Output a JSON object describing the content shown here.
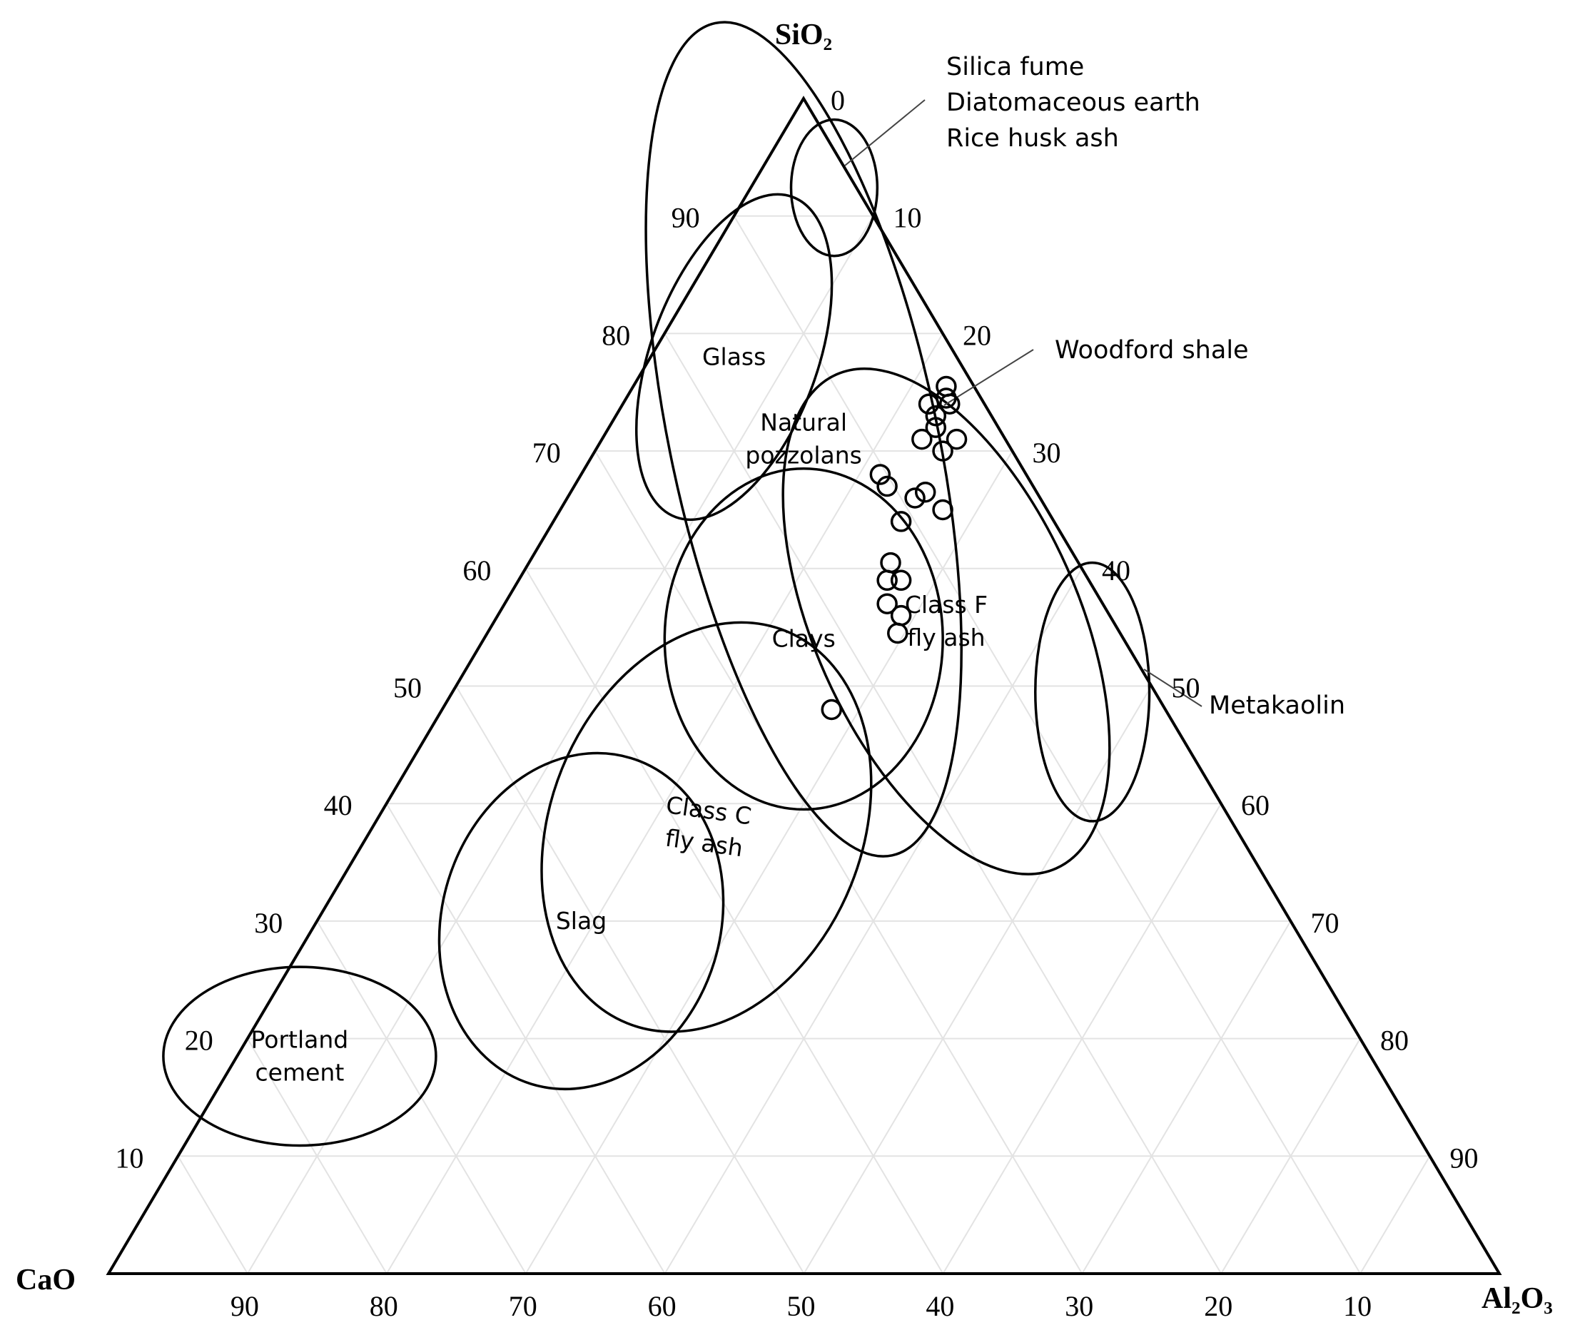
{
  "chart_data": {
    "type": "ternary",
    "vertices": {
      "top": "SiO₂",
      "left": "CaO",
      "right": "Al₂O₃"
    },
    "ticks": {
      "left_edge": [
        "10",
        "20",
        "30",
        "40",
        "50",
        "60",
        "70",
        "80",
        "90"
      ],
      "right_edge": [
        "0",
        "10",
        "20",
        "30",
        "40",
        "50",
        "60",
        "70",
        "80",
        "90"
      ],
      "bottom_edge": [
        "90",
        "80",
        "70",
        "60",
        "50",
        "40",
        "30",
        "20",
        "10"
      ]
    },
    "grid": true,
    "regions": [
      {
        "name": "silica-fume",
        "label": "",
        "center": {
          "sio2": 92.4,
          "al2o3": 6.0
        },
        "rx": 3.1,
        "ry": 5.8,
        "rotation": 0
      },
      {
        "name": "glass",
        "label": "Glass",
        "center": {
          "sio2": 78.0,
          "al2o3": 6.0
        },
        "rx": 6.0,
        "ry": 14.5,
        "rotation": 20
      },
      {
        "name": "natural-pozzolans",
        "label": "Natural\npozzolans",
        "center": {
          "sio2": 71.0,
          "al2o3": 14.5
        },
        "rx": 9.6,
        "ry": 36.2,
        "rotation": -12
      },
      {
        "name": "clays",
        "label": "Clays",
        "center": {
          "sio2": 54.0,
          "al2o3": 23.0
        },
        "rx": 10.0,
        "ry": 14.5,
        "rotation": 0
      },
      {
        "name": "class-f-fly-ash",
        "label": "Class F\nfly ash",
        "center": {
          "sio2": 55.5,
          "al2o3": 32.5
        },
        "rx": 9.5,
        "ry": 23.0,
        "rotation": -24
      },
      {
        "name": "metakaolin",
        "label": "",
        "center": {
          "sio2": 49.5,
          "al2o3": 46.0
        },
        "rx": 4.1,
        "ry": 11.0,
        "rotation": 0
      },
      {
        "name": "class-c-fly-ash",
        "label": "Class C\nfly ash",
        "center": {
          "sio2": 38.0,
          "al2o3": 24.0
        },
        "rx": 11.2,
        "ry": 18.0,
        "rotation": 22
      },
      {
        "name": "slag",
        "label": "Slag",
        "center": {
          "sio2": 30.0,
          "al2o3": 19.0
        },
        "rx": 10.0,
        "ry": 14.5,
        "rotation": 17
      },
      {
        "name": "portland-cement",
        "label": "Portland\ncement",
        "center": {
          "sio2": 18.5,
          "al2o3": 4.5
        },
        "rx": 9.8,
        "ry": 7.6,
        "rotation": 0
      }
    ],
    "annotations": [
      {
        "name": "silica-fume-annotation",
        "lines": [
          "Silica fume",
          "Diatomaceous earth",
          "Rice husk ash"
        ]
      },
      {
        "name": "woodford-shale-annotation",
        "lines": [
          "Woodford shale"
        ]
      },
      {
        "name": "metakaolin-annotation",
        "lines": [
          "Metakaolin"
        ]
      }
    ],
    "points": [
      {
        "sio2": 75.5,
        "al2o3": 22.5
      },
      {
        "sio2": 74.0,
        "al2o3": 23.5
      },
      {
        "sio2": 74.5,
        "al2o3": 23.0
      },
      {
        "sio2": 74.0,
        "al2o3": 22.0
      },
      {
        "sio2": 73.0,
        "al2o3": 23.0
      },
      {
        "sio2": 72.0,
        "al2o3": 23.5
      },
      {
        "sio2": 71.0,
        "al2o3": 23.0
      },
      {
        "sio2": 71.0,
        "al2o3": 25.5
      },
      {
        "sio2": 70.0,
        "al2o3": 25.0
      },
      {
        "sio2": 68.0,
        "al2o3": 21.5
      },
      {
        "sio2": 67.0,
        "al2o3": 22.5
      },
      {
        "sio2": 66.5,
        "al2o3": 25.5
      },
      {
        "sio2": 66.0,
        "al2o3": 25.0
      },
      {
        "sio2": 65.0,
        "al2o3": 27.5
      },
      {
        "sio2": 64.0,
        "al2o3": 25.0
      },
      {
        "sio2": 60.5,
        "al2o3": 26.0
      },
      {
        "sio2": 59.0,
        "al2o3": 26.5
      },
      {
        "sio2": 59.0,
        "al2o3": 27.5
      },
      {
        "sio2": 57.0,
        "al2o3": 27.5
      },
      {
        "sio2": 56.0,
        "al2o3": 29.0
      },
      {
        "sio2": 54.5,
        "al2o3": 29.5
      },
      {
        "sio2": 48.0,
        "al2o3": 28.0
      }
    ]
  }
}
